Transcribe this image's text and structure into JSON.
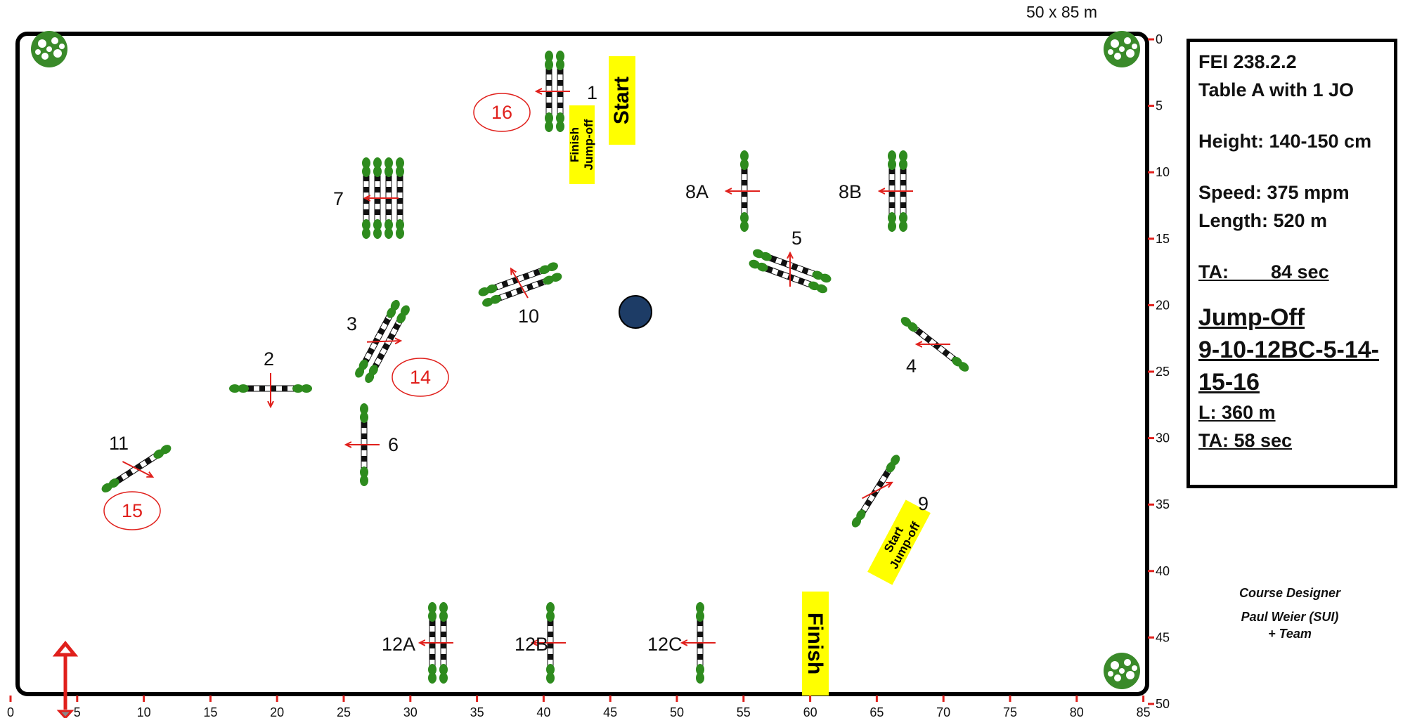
{
  "arena": {
    "dimensions": "50 x 85 m",
    "x_ticks": [
      "0",
      "5",
      "10",
      "15",
      "20",
      "25",
      "30",
      "35",
      "40",
      "45",
      "50",
      "55",
      "60",
      "65",
      "70",
      "75",
      "80",
      "85"
    ],
    "y_ticks": [
      "0",
      "5",
      "10",
      "15",
      "20",
      "25",
      "30",
      "35",
      "40",
      "45",
      "50"
    ]
  },
  "info": {
    "rule": "FEI 238.2.2",
    "table": "Table A with 1 JO",
    "height": "Height: 140-150 cm",
    "speed": "Speed:  375 mpm",
    "length": "Length: 520  m",
    "ta_label": "TA:",
    "ta_value": "84 sec",
    "jumpoff_title": "Jump-Off",
    "jumpoff_seq_1": "9-10-12BC-5-14-",
    "jumpoff_seq_2": "15-16",
    "jumpoff_length": "L: 360 m",
    "jumpoff_ta": "TA: 58  sec"
  },
  "designer": {
    "title": "Course Designer",
    "name": "Paul Weier (SUI)",
    "team": "+ Team"
  },
  "banners": {
    "start": "Start",
    "finish": "Finish",
    "finish_jo_1": "Finish",
    "finish_jo_2": "Jump-off",
    "start_jo_1": "Start",
    "start_jo_2": "Jump-off"
  },
  "fences": {
    "f1": "1",
    "f2": "2",
    "f3": "3",
    "f4": "4",
    "f5": "5",
    "f6": "6",
    "f7": "7",
    "f8a": "8A",
    "f8b": "8B",
    "f9": "9",
    "f10": "10",
    "f11": "11",
    "f12a": "12A",
    "f12b": "12B",
    "f12c": "12C"
  },
  "jumpoff_labels": {
    "j14": "14",
    "j15": "15",
    "j16": "16"
  },
  "colors": {
    "arena_border": "#000000",
    "rail_dark": "#111111",
    "rail_light": "#ffffff",
    "wing_green": "#2e8b1e",
    "arrow_red": "#e0201c",
    "banner_yellow": "#ffff00",
    "water_blue": "#1d3c66"
  }
}
